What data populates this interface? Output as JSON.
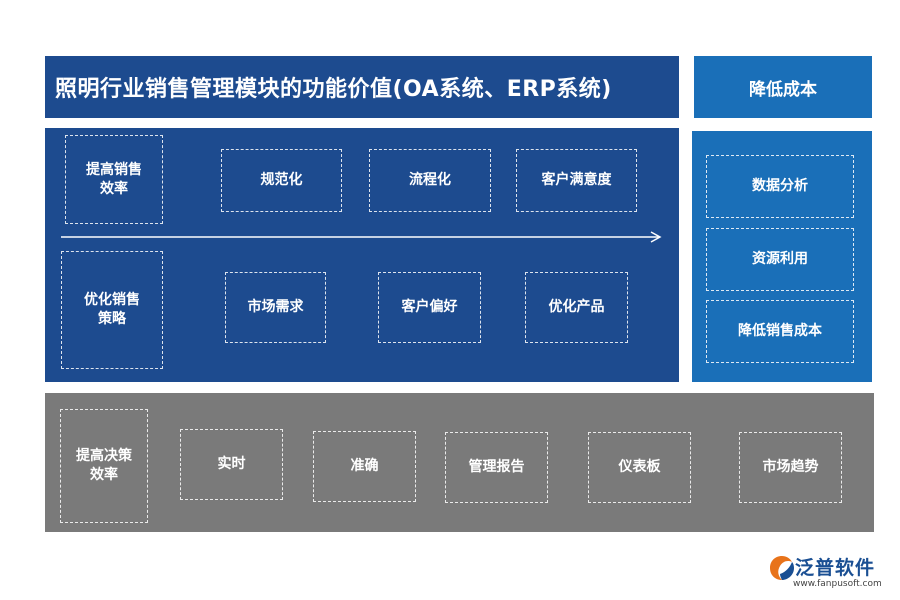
{
  "header": {
    "title": "照明行业销售管理模块的功能价值(OA系统、ERP系统)",
    "side_title": "降低成本"
  },
  "main": {
    "row1_label": "提高销售效率",
    "row1_items": [
      "规范化",
      "流程化",
      "客户满意度"
    ],
    "row2_label": "优化销售策略",
    "row2_items": [
      "市场需求",
      "客户偏好",
      "优化产品"
    ]
  },
  "side": {
    "items": [
      "数据分析",
      "资源利用",
      "降低销售成本"
    ]
  },
  "bottom": {
    "label": "提高决策效率",
    "items": [
      "实时",
      "准确",
      "管理报告",
      "仪表板",
      "市场趋势"
    ]
  },
  "logo": {
    "name": "泛普软件",
    "url": "www.fanpusoft.com"
  },
  "colors": {
    "dark_blue": "#1d4b8f",
    "mid_blue": "#1a6fb8",
    "gray": "#7a7a7a",
    "logo_orange": "#e8731a"
  }
}
